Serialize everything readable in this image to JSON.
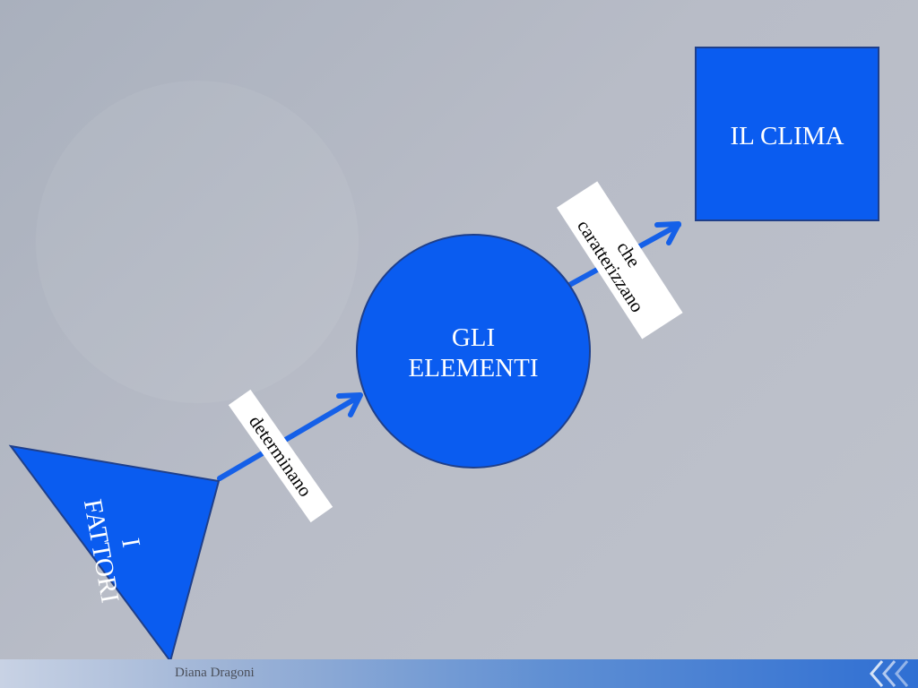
{
  "nodes": {
    "fattori": "I\nFATTORI",
    "elementi": "GLI\nELEMENTI",
    "clima": "IL CLIMA"
  },
  "edges": {
    "fattori_to_elementi": "determinano",
    "elementi_to_clima": "che\ncaratterizzano"
  },
  "footer": {
    "author": "Diana Dragoni"
  },
  "colors": {
    "shape_fill": "#0a5cf0",
    "shape_border": "#1f3f8a",
    "arrow": "#1560e8",
    "background": "#b8bcc7"
  }
}
